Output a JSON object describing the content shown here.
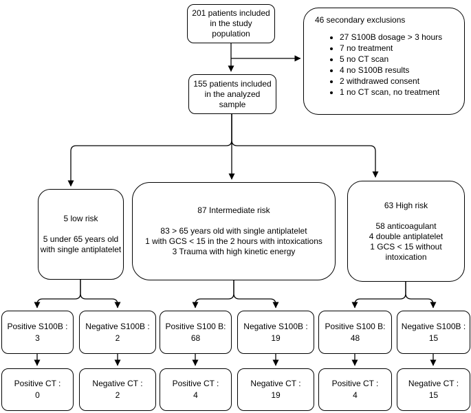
{
  "diagram": {
    "colors": {
      "background": "#ffffff",
      "line": "#000000",
      "text": "#000000"
    },
    "nodes": {
      "study_population": {
        "lines": [
          "201 patients included",
          "in the study",
          "population"
        ]
      },
      "secondary_exclusions": {
        "title": "46 secondary exclusions",
        "items": [
          "27 S100B dosage > 3 hours",
          "7 no treatment",
          "5 no CT scan",
          "4 no S100B results",
          "2 withdrawed consent",
          "1 no CT scan, no treatment"
        ]
      },
      "analyzed_sample": {
        "lines": [
          "155 patients included",
          "in the analyzed",
          "sample"
        ]
      },
      "low_risk": {
        "title": "5 low risk",
        "details": [
          "5 under 65 years old",
          "with single antiplatelet"
        ]
      },
      "intermediate_risk": {
        "title": "87 Intermediate risk",
        "details": [
          "83 > 65 years old with single antiplatelet",
          "1 with GCS < 15 in the 2 hours with intoxications",
          "3 Trauma with high kinetic energy"
        ]
      },
      "high_risk": {
        "title": "63 High risk",
        "details": [
          "58 anticoagulant",
          "4 double antiplatelet",
          "1 GCS < 15 without intoxication"
        ]
      },
      "s100b_results": [
        {
          "label": "Positive S100B :",
          "value": "3"
        },
        {
          "label": "Negative S100B :",
          "value": "2"
        },
        {
          "label": "Positive S100 B:",
          "value": "68"
        },
        {
          "label": "Negative S100B :",
          "value": "19"
        },
        {
          "label": "Positive S100 B:",
          "value": "48"
        },
        {
          "label": "Negative S100B :",
          "value": "15"
        }
      ],
      "ct_results": [
        {
          "label": "Positive CT :",
          "value": "0"
        },
        {
          "label": "Negative CT :",
          "value": "2"
        },
        {
          "label": "Positive CT :",
          "value": "4"
        },
        {
          "label": "Negative CT :",
          "value": "19"
        },
        {
          "label": "Positive CT :",
          "value": "4"
        },
        {
          "label": "Negative CT :",
          "value": "15"
        }
      ]
    }
  }
}
